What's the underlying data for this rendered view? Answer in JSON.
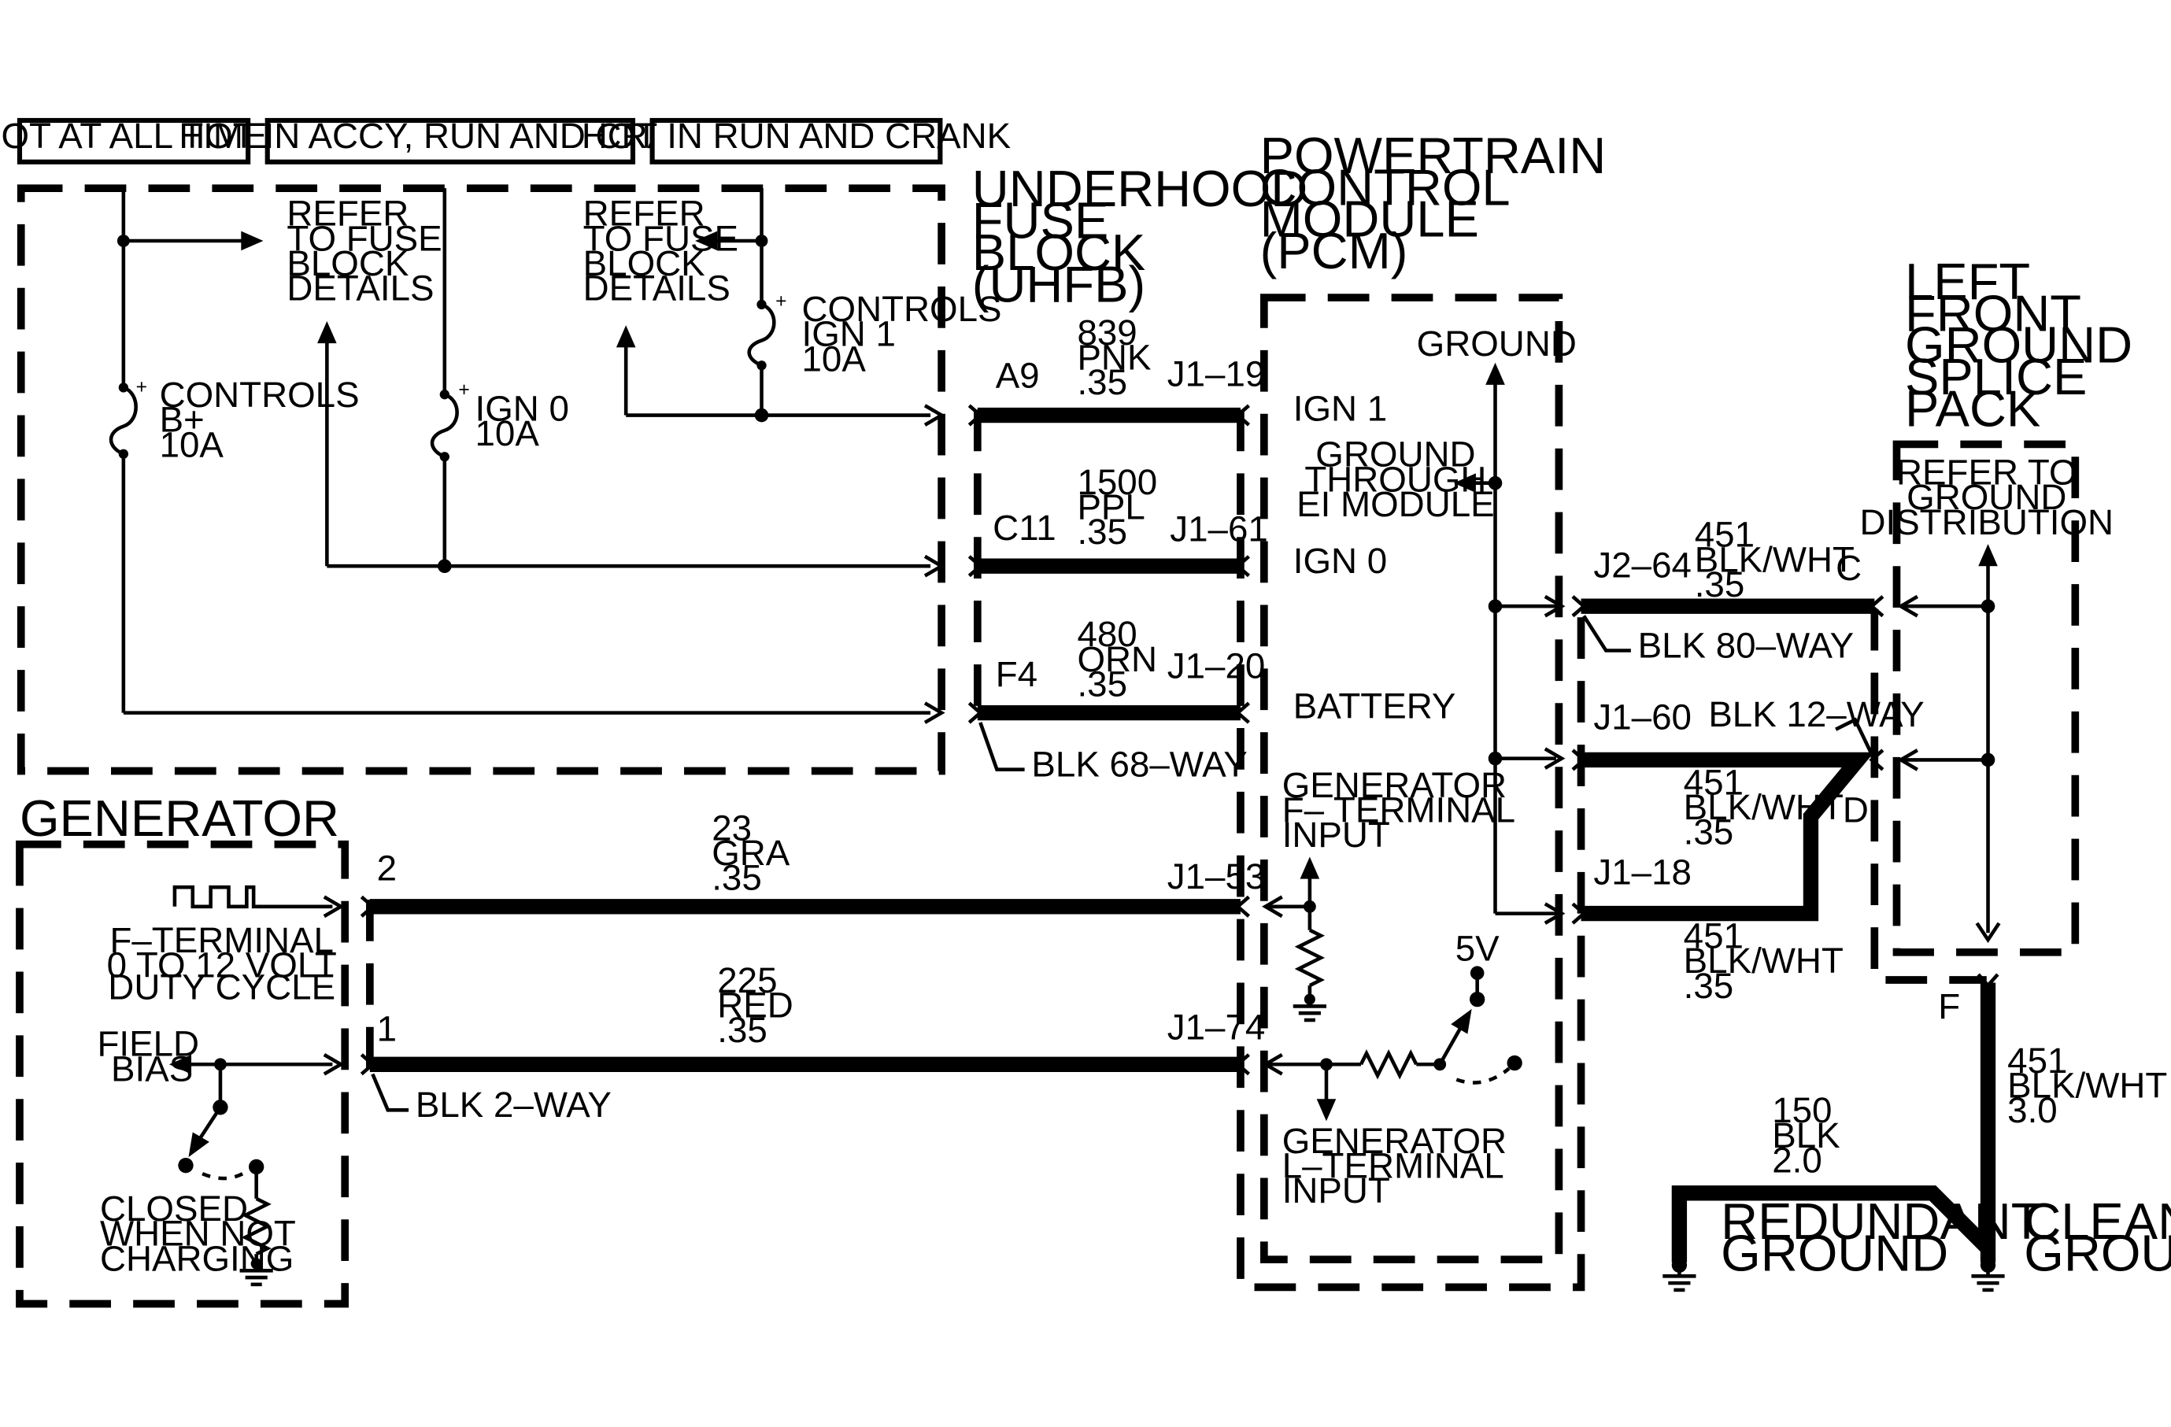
{
  "headers": {
    "hot_at_all_times": "HOT AT ALL TIMES",
    "hot_accy_run_crank": "HOT IN ACCY, RUN AND CRANK",
    "hot_run_crank": "HOT IN RUN AND CRANK"
  },
  "fuses": {
    "refer_fuse_block": [
      "REFER",
      "TO FUSE",
      "BLOCK",
      "DETAILS"
    ],
    "controls_b": [
      "CONTROLS",
      "B+",
      "10A"
    ],
    "ign0": [
      "IGN 0",
      "10A"
    ],
    "controls_ign1": [
      "CONTROLS",
      "IGN 1",
      "10A"
    ],
    "plus": "+"
  },
  "uhfb": {
    "title": [
      "UNDERHOOD",
      "FUSE",
      "BLOCK",
      "(UHFB)"
    ],
    "connector": "BLK 68–WAY"
  },
  "pcm": {
    "title": [
      "POWERTRAIN",
      "CONTROL",
      "MODULE",
      "(PCM)"
    ],
    "ground": "GROUND",
    "ground_through": [
      "GROUND",
      "THROUGH",
      "EI MODULE"
    ],
    "ign1": "IGN 1",
    "ign0": "IGN 0",
    "battery": "BATTERY",
    "gen_f": [
      "GENERATOR",
      "F– TERMINAL",
      "INPUT"
    ],
    "gen_l": [
      "GENERATOR",
      "L–TERMINAL",
      "INPUT"
    ],
    "five_v": "5V"
  },
  "circuits": {
    "c839": {
      "num": "839",
      "color": "PNK",
      "gauge": ".35",
      "from": "A9",
      "to": "J1–19"
    },
    "c1500": {
      "num": "1500",
      "color": "PPL",
      "gauge": ".35",
      "from": "C11",
      "to": "J1–61"
    },
    "c480": {
      "num": "480",
      "color": "ORN",
      "gauge": ".35",
      "from": "F4",
      "to": "J1–20"
    },
    "c23": {
      "num": "23",
      "color": "GRA",
      "gauge": ".35",
      "from": "2",
      "to": "J1–53"
    },
    "c225": {
      "num": "225",
      "color": "RED",
      "gauge": ".35",
      "from": "1",
      "to": "J1–74"
    },
    "c451a": {
      "num": "451",
      "color": "BLK/WHT",
      "gauge": ".35",
      "from": "J2–64",
      "to": "C"
    },
    "c451b": {
      "num": "451",
      "color": "BLK/WHT",
      "gauge": ".35",
      "from": "J1–60",
      "to": "D"
    },
    "c451c": {
      "num": "451",
      "color": "BLK/WHT",
      "gauge": ".35",
      "from": "J1–18"
    },
    "c451d": {
      "num": "451",
      "color": "BLK/WHT",
      "gauge": "3.0",
      "from": "F"
    },
    "c150": {
      "num": "150",
      "color": "BLK",
      "gauge": "2.0"
    }
  },
  "connectors": {
    "blk80": "BLK 80–WAY",
    "blk12": "BLK 12–WAY",
    "blk2": "BLK 2–WAY"
  },
  "generator": {
    "title": "GENERATOR",
    "f_terminal": [
      "F–TERMINAL",
      "0 TO 12 VOLT",
      "DUTY CYCLE"
    ],
    "field_bias": [
      "FIELD",
      "BIAS"
    ],
    "closed": [
      "CLOSED",
      "WHEN NOT",
      "CHARGING"
    ]
  },
  "splice": {
    "title": [
      "LEFT",
      "FRONT",
      "GROUND",
      "SPLICE",
      "PACK"
    ],
    "refer": [
      "REFER TO",
      "GROUND",
      "DISTRIBUTION"
    ]
  },
  "grounds": {
    "redundant": [
      "REDUNDANT",
      "GROUND"
    ],
    "clean": [
      "CLEAN",
      "GROUND"
    ]
  }
}
